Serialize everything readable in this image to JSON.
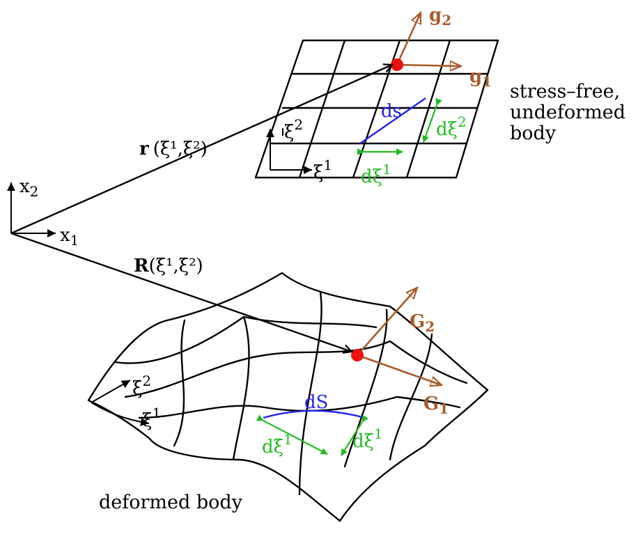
{
  "colors": {
    "ink": "#000000",
    "base_vector": "#a85a28",
    "point": "#ee1111",
    "differential": "#22bb22",
    "arc": "#2222ee"
  },
  "origin": {
    "x1": {
      "base": "x",
      "sub": "1"
    },
    "x2": {
      "base": "x",
      "sub": "2"
    }
  },
  "position_vectors": {
    "r": {
      "symbol": "r",
      "args": "(ξ¹,ξ²)"
    },
    "R": {
      "symbol": "R",
      "args": "(ξ¹,ξ²)"
    }
  },
  "undeformed": {
    "caption_lines": [
      "stress–free,",
      "undeformed",
      "body"
    ],
    "base_vectors": [
      {
        "base": "g",
        "sub": "1"
      },
      {
        "base": "g",
        "sub": "2"
      }
    ],
    "coords": [
      {
        "base": "ξ",
        "sup": "1"
      },
      {
        "base": "ξ",
        "sup": "2"
      }
    ],
    "arc_label": "ds",
    "differentials": [
      {
        "d": "d",
        "base": "ξ",
        "sup": "1"
      },
      {
        "d": "d",
        "base": "ξ",
        "sup": "2"
      }
    ]
  },
  "deformed": {
    "caption": "deformed body",
    "base_vectors": [
      {
        "base": "G",
        "sub": "1"
      },
      {
        "base": "G",
        "sub": "2"
      }
    ],
    "coords": [
      {
        "base": "ξ",
        "sup": "1"
      },
      {
        "base": "ξ",
        "sup": "2"
      }
    ],
    "arc_label": "dS",
    "differentials": [
      {
        "d": "d",
        "base": "ξ",
        "sup": "1"
      },
      {
        "d": "d",
        "base": "ξ",
        "sup": "1"
      }
    ]
  }
}
